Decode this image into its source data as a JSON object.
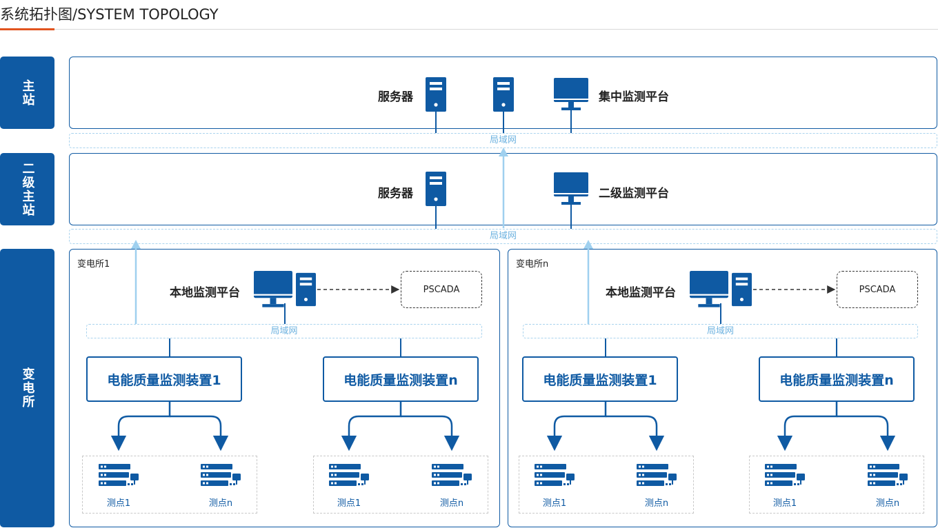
{
  "header": {
    "title": "系统拓扑图/SYSTEM TOPOLOGY",
    "accent_color": "#e1541f"
  },
  "colors": {
    "primary": "#0f5aa3",
    "lan": "#a9d3ee",
    "uplink": "#9fd0ef"
  },
  "tiers": {
    "main": "主站",
    "secondary": "二级主站",
    "substation": "变电所"
  },
  "main_station": {
    "server_label": "服务器",
    "platform_label": "集中监测平台",
    "lan_label": "局域网",
    "icons": [
      "server-icon",
      "server-icon",
      "monitor-icon"
    ]
  },
  "secondary_station": {
    "server_label": "服务器",
    "platform_label": "二级监测平台",
    "lan_label": "局域网",
    "icons": [
      "server-icon",
      "monitor-icon"
    ]
  },
  "substations": [
    {
      "name": "变电所1",
      "platform_label": "本地监测平台",
      "pscada": "PSCADA",
      "lan_label": "局域网",
      "devices": [
        {
          "label": "电能质量监测装置1",
          "points": [
            "测点1",
            "测点n"
          ]
        },
        {
          "label": "电能质量监测装置n",
          "points": [
            "测点1",
            "测点n"
          ]
        }
      ]
    },
    {
      "name": "变电所n",
      "platform_label": "本地监测平台",
      "pscada": "PSCADA",
      "lan_label": "局域网",
      "devices": [
        {
          "label": "电能质量监测装置1",
          "points": [
            "测点1",
            "测点n"
          ]
        },
        {
          "label": "电能质量监测装置n",
          "points": [
            "测点1",
            "测点n"
          ]
        }
      ]
    }
  ]
}
